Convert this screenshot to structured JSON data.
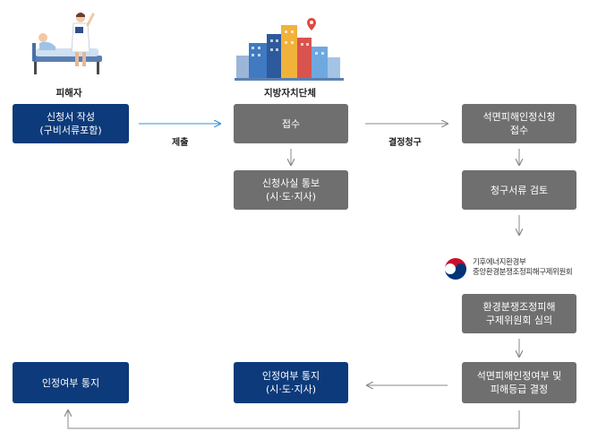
{
  "actors": {
    "victim": "피해자",
    "local_gov": "지방자치단체"
  },
  "boxes": {
    "application": "신청서 작성\n(구비서류포함)",
    "receipt": "접수",
    "notify_fact": "신청사실 통보\n(시·도·지사)",
    "asbestos_apply": "석면피해인정신청\n접수",
    "doc_review": "청구서류 검토",
    "committee_review": "환경분쟁조정피해\n구제위원회 심의",
    "decision": "석면피해인정여부 및\n피해등급 결정",
    "notify_local": "인정여부 통지\n(시·도·지사)",
    "notify_victim": "인정여부 통지"
  },
  "arrow_labels": {
    "submit": "제출",
    "request": "결정청구"
  },
  "agency": {
    "line1": "기후에너지환경부",
    "line2": "중앙환경분쟁조정피해구제위원회"
  },
  "colors": {
    "blue_box": "#0d3a7a",
    "gray_box": "#6f6f70",
    "submit_arrow": "#3a8fd8",
    "flow_line": "#8a8a8a"
  }
}
